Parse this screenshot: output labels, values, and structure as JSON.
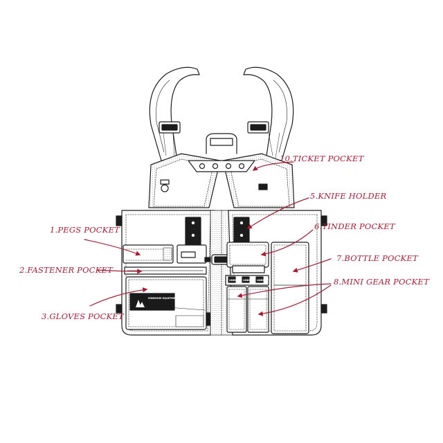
{
  "colors": {
    "annotation": "#a31d35",
    "outline": "#1c1c1c",
    "fill": "#ffffff",
    "shade": "#e6e6e6",
    "label_patch": "#1a1a1a",
    "webbing": "#3a3a3a"
  },
  "labels": {
    "ticket": "10.TICKET POCKET",
    "knife": "5.KNIFE HOLDER",
    "pegs": "1.PEGS POCKET",
    "tinder": "6.TINDER POCKET",
    "bottle": "7.BOTTLE POCKET",
    "fastener": "2.FASTENER POCKET",
    "minigear": "8.MINI GEAR POCKET",
    "gloves": "3.GLOVES POCKET"
  },
  "vest": {
    "brand_left": "UNBOXP",
    "brand_mid": "UNBOXP",
    "brand_right": "UNBOXP",
    "patch_title": "MINIMUM EQUIPMENT"
  }
}
